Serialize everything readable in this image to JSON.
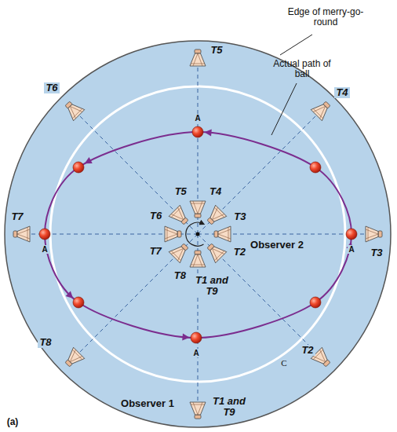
{
  "diagram": {
    "labels": [
      "Edge of merry-go-round",
      "Actual path of ball",
      "T5",
      "T6",
      "T4",
      "T7",
      "T3",
      "T8",
      "T2",
      "T1 and T9",
      "Observer 1",
      "T5",
      "T4",
      "T6",
      "T3",
      "T7",
      "T2",
      "T8",
      "T1 and T9",
      "Observer 2",
      "A",
      "A",
      "A",
      "A",
      "C",
      "(a)"
    ]
  }
}
